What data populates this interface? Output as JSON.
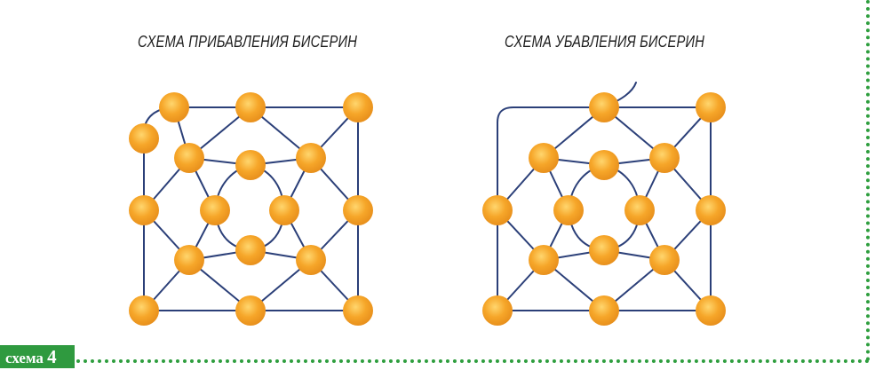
{
  "titles": {
    "left": "СХЕМА ПРИБАВЛЕНИЯ БИСЕРИН",
    "right": "СХЕМА УБАВЛЕНИЯ БИСЕРИН"
  },
  "label": {
    "word": "схема",
    "number": "4"
  },
  "colors": {
    "bead_fill": "#f6a224",
    "bead_highlight": "#ffd56a",
    "thread": "#2b3f78",
    "border": "#2e9e3e",
    "label_bg": "#2f9a3f"
  }
}
